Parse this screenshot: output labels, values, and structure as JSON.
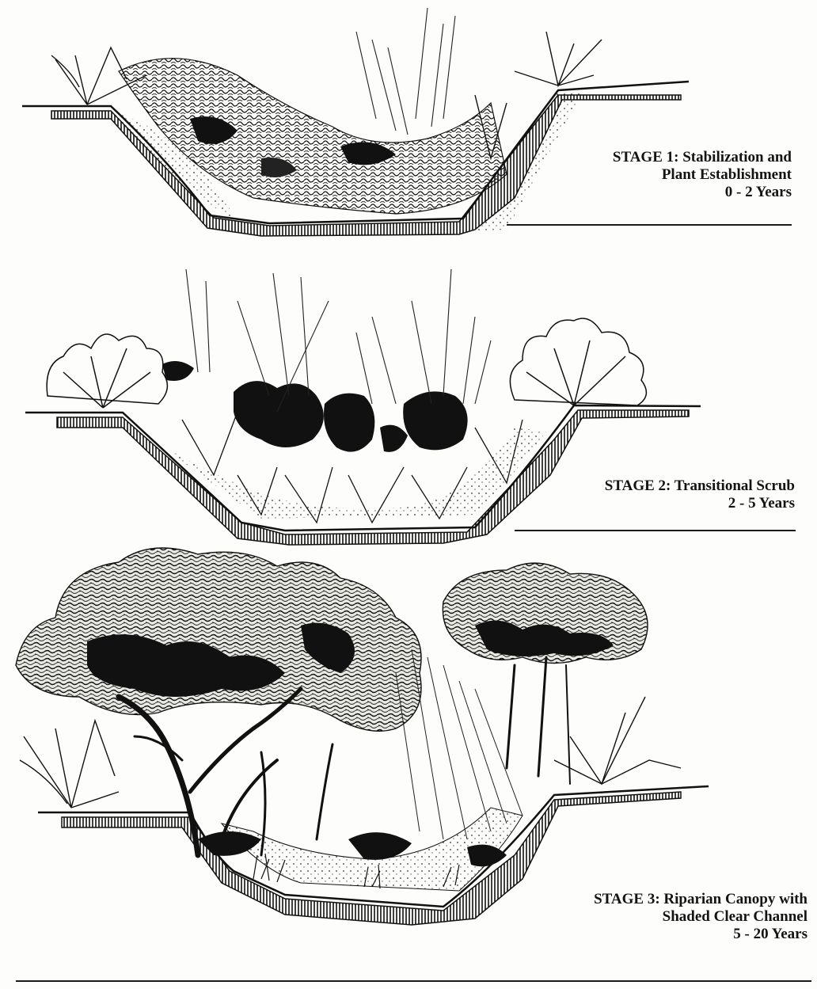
{
  "stages": [
    {
      "id": "stage-1",
      "title_line1": "STAGE 1: Stabilization and",
      "title_line2": "Plant Establishment",
      "years": "0 - 2 Years",
      "illustration": "stream-channel-sparse-planting"
    },
    {
      "id": "stage-2",
      "title_line1": "STAGE 2: Transitional Scrub",
      "years": "2 - 5 Years",
      "illustration": "stream-channel-shrubs"
    },
    {
      "id": "stage-3",
      "title_line1": "STAGE 3: Riparian Canopy with",
      "title_line2": "Shaded Clear Channel",
      "years": "5 - 20 Years",
      "illustration": "stream-channel-tree-canopy"
    }
  ],
  "colors": {
    "ink": "#141414",
    "paper": "#fdfdfb"
  }
}
